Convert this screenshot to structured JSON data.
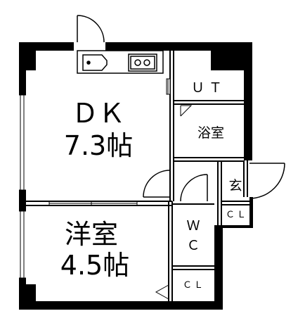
{
  "rooms": {
    "dk": {
      "name": "ＤＫ",
      "size": "7.3帖"
    },
    "western": {
      "name": "洋室",
      "size": "4.5帖"
    },
    "ut": {
      "name": "ＵＴ"
    },
    "bath": {
      "name": "浴室"
    },
    "entrance": {
      "name": "玄"
    },
    "wc": {
      "line1": "Ｗ",
      "line2": "Ｃ"
    },
    "closet_entrance": {
      "name": "ＣＬ"
    },
    "closet_western": {
      "name": "ＣＬ"
    }
  },
  "colors": {
    "wall": "#000000",
    "line": "#000000",
    "background": "#ffffff"
  }
}
